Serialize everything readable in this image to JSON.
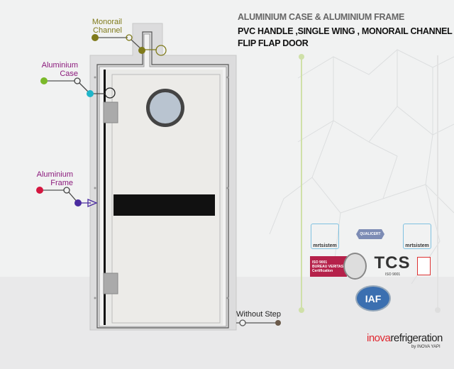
{
  "header": {
    "line1": "ALUMINIUM CASE & ALUMINIUM FRAME",
    "line2": "PVC HANDLE ,SINGLE WING , MONORAIL CHANNEL",
    "line3": "FLIP FLAP DOOR"
  },
  "callouts": {
    "monorail": {
      "line1": "Monorail",
      "line2": "Channel",
      "color": "#7f7a1a"
    },
    "case": {
      "line1": "Aluminium",
      "line2": "Case",
      "color": "#8b1a7c"
    },
    "frame": {
      "line1": "Aluminium",
      "line2": "Frame",
      "color": "#8b1a7c"
    },
    "step": {
      "label": "Without Step"
    }
  },
  "certifications": {
    "mrt1": "mrtsistem",
    "mrt2": "mrtsistem",
    "qualicert": "QUALICERT",
    "bv_line1": "ISO 9001",
    "bv_line2": "BUREAU VERITAS",
    "bv_line3": "Certification",
    "tcs": "TCS",
    "tcs_sub": "ISO 9001",
    "iaf": "IAF"
  },
  "brand": {
    "name_a": "inova",
    "name_b": "refrigeration",
    "sub": "by INOVA YAPI",
    "accent": "#e0262f"
  }
}
